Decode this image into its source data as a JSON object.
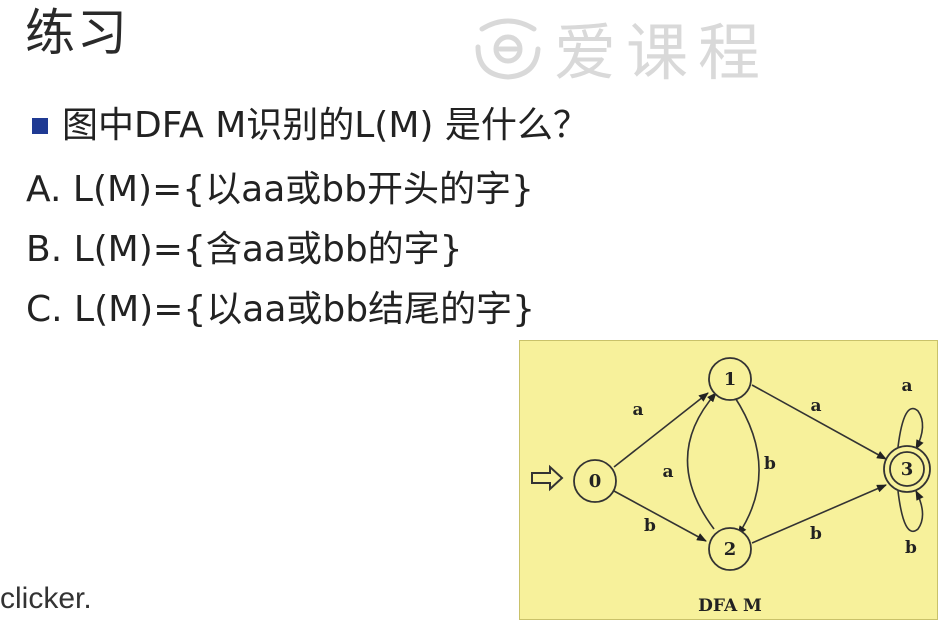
{
  "slide": {
    "title": "练习",
    "watermark": {
      "text": "爱课程",
      "icon": "watermark-logo-icon"
    },
    "question": "图中DFA M识别的L(M) 是什么？",
    "options": [
      "A. L(M)={以aa或bb开头的字}",
      "B. L(M)={含aa或bb的字}",
      "C. L(M)={以aa或bb结尾的字}"
    ],
    "footer_logo": "clicker."
  },
  "diagram": {
    "caption": "DFA M",
    "background": "#f7f19b",
    "start_state": "0",
    "accepting_states": [
      "3"
    ],
    "states": [
      {
        "id": "0",
        "label": "0"
      },
      {
        "id": "1",
        "label": "1"
      },
      {
        "id": "2",
        "label": "2"
      },
      {
        "id": "3",
        "label": "3"
      }
    ],
    "transitions": [
      {
        "from": "0",
        "to": "1",
        "label": "a"
      },
      {
        "from": "0",
        "to": "2",
        "label": "b"
      },
      {
        "from": "1",
        "to": "2",
        "label": "b"
      },
      {
        "from": "2",
        "to": "1",
        "label": "a"
      },
      {
        "from": "1",
        "to": "3",
        "label": "a"
      },
      {
        "from": "2",
        "to": "3",
        "label": "b"
      },
      {
        "from": "3",
        "to": "3",
        "label": "a"
      },
      {
        "from": "3",
        "to": "3",
        "label": "b"
      }
    ]
  }
}
